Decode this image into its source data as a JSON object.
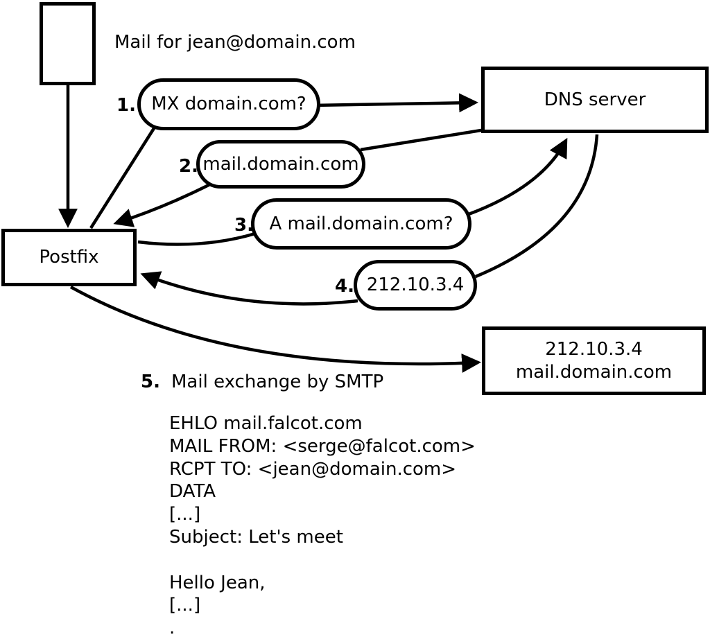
{
  "colors": {
    "ink": "#000000",
    "background": "#ffffff"
  },
  "icons": {
    "mail_document": "mail-document-rectangle"
  },
  "diagram": {
    "note": "Mail for jean@domain.com",
    "nodes": {
      "postfix": {
        "label": "Postfix"
      },
      "dns": {
        "label": "DNS server"
      },
      "destination": {
        "line1": "212.10.3.4",
        "line2": "mail.domain.com"
      }
    },
    "steps": [
      {
        "num": "1.",
        "label": "MX domain.com?"
      },
      {
        "num": "2.",
        "label": "mail.domain.com"
      },
      {
        "num": "3.",
        "label": "A mail.domain.com?"
      },
      {
        "num": "4.",
        "label": "212.10.3.4"
      },
      {
        "num": "5.",
        "label": "Mail exchange by SMTP"
      }
    ],
    "smtp_session": {
      "lines": [
        "EHLO mail.falcot.com",
        "MAIL FROM: <serge@falcot.com>",
        "RCPT TO: <jean@domain.com>",
        "DATA",
        "[...]",
        "Subject: Let's meet",
        "",
        "Hello Jean,",
        "[...]",
        "."
      ]
    }
  }
}
